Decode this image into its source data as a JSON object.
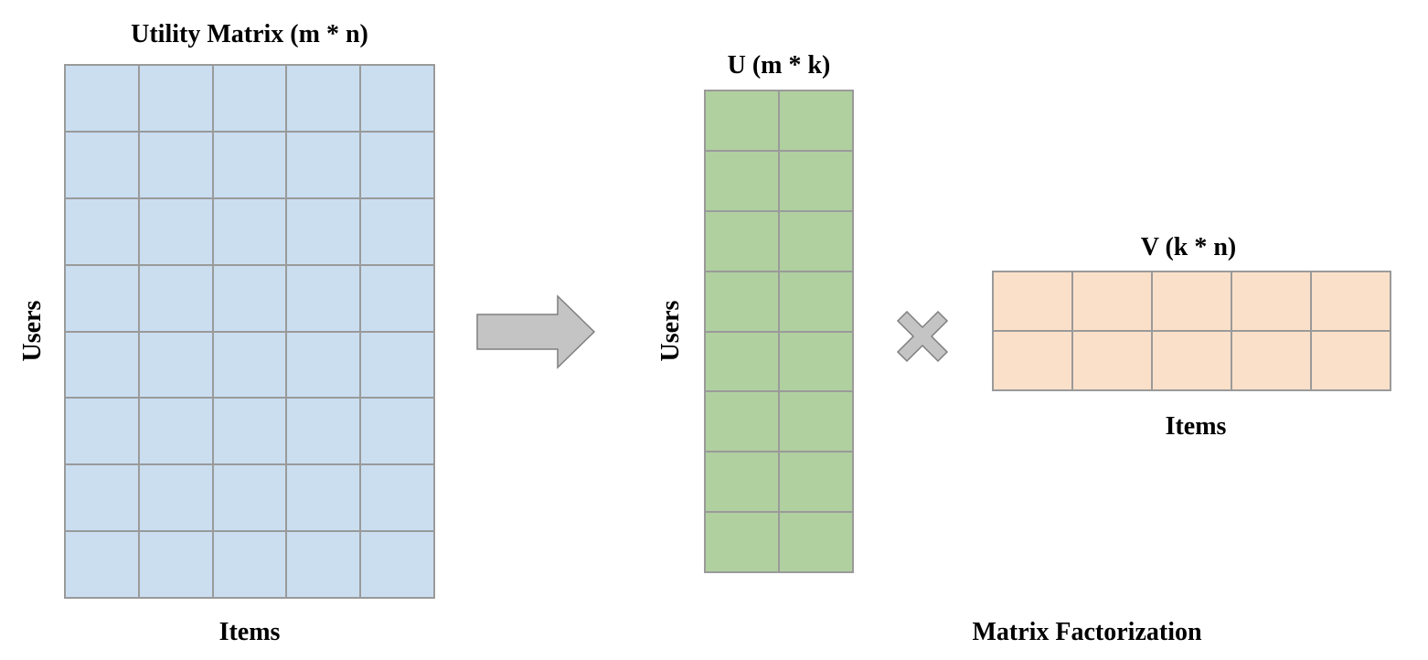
{
  "utility_matrix": {
    "title": "Utility Matrix (m * n)",
    "row_label": "Users",
    "col_label": "Items",
    "rows": 8,
    "cols": 5,
    "fill_color": "#cadef0"
  },
  "u_matrix": {
    "title": "U (m * k)",
    "row_label": "Users",
    "rows": 8,
    "cols": 2,
    "fill_color": "#b0d0a0"
  },
  "v_matrix": {
    "title": "V (k * n)",
    "col_label": "Items",
    "rows": 2,
    "cols": 5,
    "fill_color": "#fbe0c9"
  },
  "caption": "Matrix Factorization",
  "icons": {
    "arrow": "right-arrow-icon",
    "multiply": "multiply-icon",
    "shape_fill": "#c4c4c4",
    "shape_stroke": "#7f7f7f",
    "grid_line": "#9a9a9a"
  }
}
